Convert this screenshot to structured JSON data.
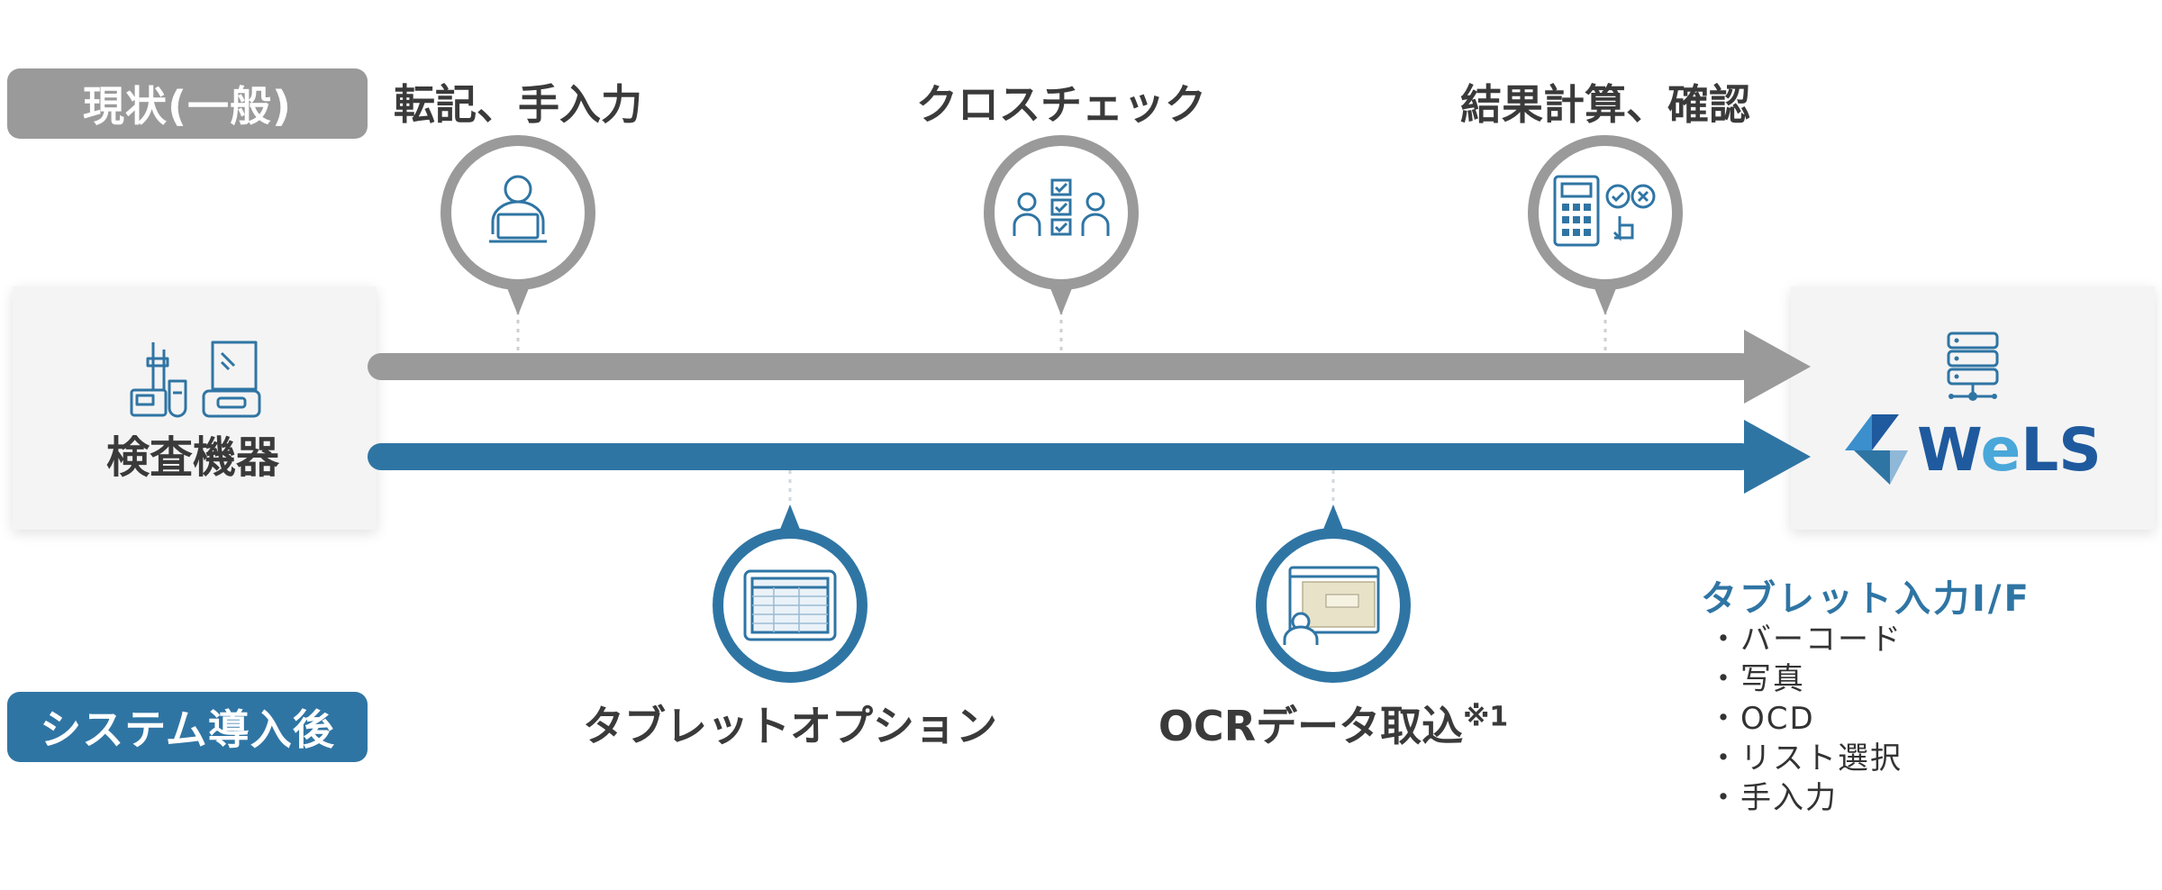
{
  "current": {
    "badge": "現状(一般)",
    "steps": [
      {
        "label": "転記、手入力",
        "icon": "person-laptop-icon"
      },
      {
        "label": "クロスチェック",
        "icon": "cross-check-icon"
      },
      {
        "label": "結果計算、確認",
        "icon": "calculator-check-icon"
      }
    ],
    "color": "#9a9a9a"
  },
  "after": {
    "badge": "システム導入後",
    "steps": [
      {
        "label": "タブレットオプション",
        "icon": "tablet-icon"
      },
      {
        "label": "OCRデータ取込",
        "superscript": "※1",
        "icon": "ocr-screen-icon"
      }
    ],
    "color": "#2f75a4"
  },
  "source": {
    "label": "検査機器",
    "icon": "lab-instruments-icon"
  },
  "target": {
    "logo": {
      "prefix": "W",
      "e": "e",
      "suffix": "LS"
    },
    "icon": "server-icon"
  },
  "tablet_input": {
    "title": "タブレット入力I/F",
    "items": [
      "・バーコード",
      "・写真",
      "・OCD",
      "・リスト選択",
      "・手入力"
    ]
  }
}
